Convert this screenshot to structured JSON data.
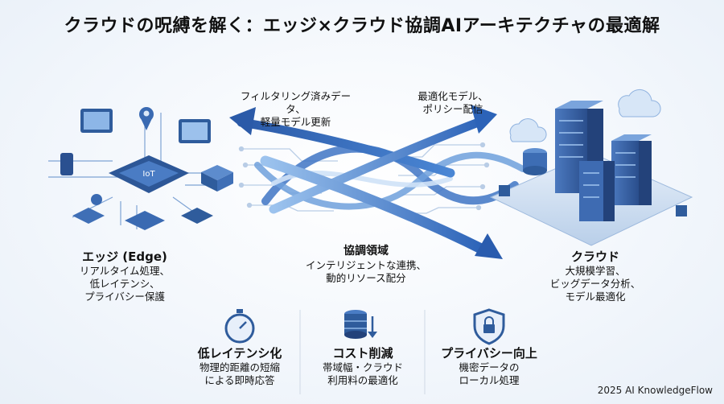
{
  "title": "クラウドの呪縛を解く：エッジ×クラウド協調AIアーキテクチャの最適解",
  "edge": {
    "heading": "エッジ (Edge)",
    "lines": [
      "リアルタイム処理、",
      "低レイテンシ、",
      "プライバシー保護"
    ],
    "chip_label": "IoT"
  },
  "cloud": {
    "heading": "クラウド",
    "lines": [
      "大規模学習、",
      "ビッグデータ分析、",
      "モデル最適化"
    ]
  },
  "flow_left": {
    "lines": [
      "フィルタリング済みデータ、",
      "軽量モデル更新"
    ]
  },
  "flow_right": {
    "lines": [
      "最適化モデル、",
      "ポリシー配信"
    ]
  },
  "center": {
    "heading": "協調領域",
    "lines": [
      "インテリジェントな連携、",
      "動的リソース配分"
    ]
  },
  "benefits": [
    {
      "icon": "stopwatch-icon",
      "heading": "低レイテンシ化",
      "lines": [
        "物理的距離の短縮",
        "による即時応答"
      ]
    },
    {
      "icon": "database-download-icon",
      "heading": "コスト削減",
      "lines": [
        "帯域幅・クラウド",
        "利用料の最適化"
      ]
    },
    {
      "icon": "shield-lock-icon",
      "heading": "プライバシー向上",
      "lines": [
        "機密データの",
        "ローカル処理"
      ]
    }
  ],
  "footer": "2025 AI KnowledgeFlow",
  "colors": {
    "accent": "#2f64b4",
    "light": "#8fb6e6",
    "dark": "#1f3f77"
  }
}
